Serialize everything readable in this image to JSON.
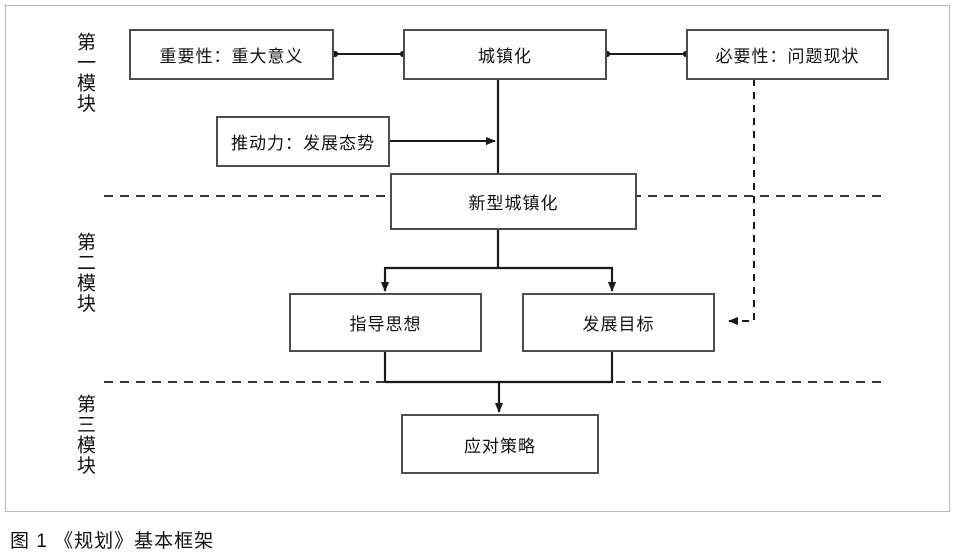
{
  "figure": {
    "caption": "图 1 《规划》基本框架",
    "frame_color": "#b9b9b9",
    "box_border_color": "#4d4d4d",
    "line_color": "#1a1a1a",
    "background": "#ffffff"
  },
  "module_labels": [
    {
      "id": "module-1",
      "text": "第一模块"
    },
    {
      "id": "module-2",
      "text": "第二模块"
    },
    {
      "id": "module-3",
      "text": "第三模块"
    }
  ],
  "nodes": [
    {
      "id": "importance",
      "text": "重要性：重大意义"
    },
    {
      "id": "urbanization",
      "text": "城镇化"
    },
    {
      "id": "necessity",
      "text": "必要性：问题现状"
    },
    {
      "id": "driving-force",
      "text": "推动力：发展态势"
    },
    {
      "id": "new-urbanization",
      "text": "新型城镇化"
    },
    {
      "id": "guiding-ideology",
      "text": "指导思想"
    },
    {
      "id": "development-goal",
      "text": "发展目标"
    },
    {
      "id": "response-strategy",
      "text": "应对策略"
    }
  ],
  "connectors": [
    {
      "id": "importance-to-urbanization",
      "style": "solid",
      "endpoints": "dot-dot"
    },
    {
      "id": "urbanization-to-necessity",
      "style": "solid",
      "endpoints": "dot-dot"
    },
    {
      "id": "driving-force-to-trunk",
      "style": "solid",
      "endpoints": "arrow"
    },
    {
      "id": "urbanization-to-new-urbanization",
      "style": "solid",
      "endpoints": "plain"
    },
    {
      "id": "new-urbanization-to-guiding-ideology",
      "style": "solid",
      "endpoints": "arrow"
    },
    {
      "id": "new-urbanization-to-development-goal",
      "style": "solid",
      "endpoints": "arrow"
    },
    {
      "id": "necessity-to-development-goal",
      "style": "dashed",
      "endpoints": "arrow"
    },
    {
      "id": "goals-to-response-strategy",
      "style": "solid",
      "endpoints": "arrow"
    }
  ],
  "dividers": [
    {
      "id": "divider-module-1-2",
      "style": "dashed"
    },
    {
      "id": "divider-module-2-3",
      "style": "dashed"
    }
  ]
}
